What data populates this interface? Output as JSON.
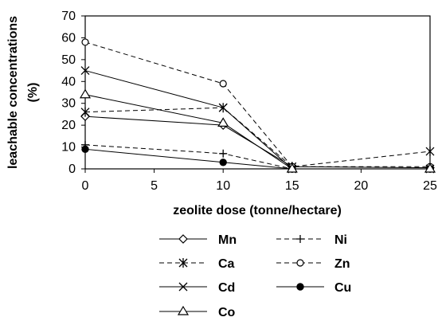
{
  "chart_data": {
    "type": "line",
    "title": "",
    "xlabel": "zeolite dose (tonne/hectare)",
    "ylabel": "leachable concentrations (%)",
    "ylabel_line1": "leachable concentrations",
    "ylabel_line2": "(%)",
    "xlim": [
      0,
      25
    ],
    "ylim": [
      0,
      70
    ],
    "x_ticks": [
      "0",
      "5",
      "10",
      "15",
      "20",
      "25"
    ],
    "y_ticks": [
      "0",
      "10",
      "20",
      "30",
      "40",
      "50",
      "60",
      "70"
    ],
    "x": [
      0,
      10,
      15,
      25
    ],
    "grid": false,
    "legend_position": "bottom",
    "series": [
      {
        "name": "Mn",
        "marker": "diamond-open",
        "dash": "solid",
        "values": [
          24,
          20,
          1,
          0.5
        ]
      },
      {
        "name": "Ni",
        "marker": "plus",
        "dash": "dashed",
        "values": [
          11,
          7,
          0,
          0
        ]
      },
      {
        "name": "Ca",
        "marker": "star",
        "dash": "dashed",
        "values": [
          26,
          28,
          1,
          8
        ]
      },
      {
        "name": "Zn",
        "marker": "circle-open",
        "dash": "dashed",
        "values": [
          58,
          39,
          1,
          1
        ]
      },
      {
        "name": "Cd",
        "marker": "x",
        "dash": "solid",
        "values": [
          45,
          28,
          0,
          0
        ]
      },
      {
        "name": "Cu",
        "marker": "circle-filled",
        "dash": "solid",
        "values": [
          9,
          3,
          0,
          0
        ]
      },
      {
        "name": "Co",
        "marker": "triangle-open",
        "dash": "solid",
        "values": [
          34,
          21,
          0,
          0
        ]
      }
    ]
  }
}
